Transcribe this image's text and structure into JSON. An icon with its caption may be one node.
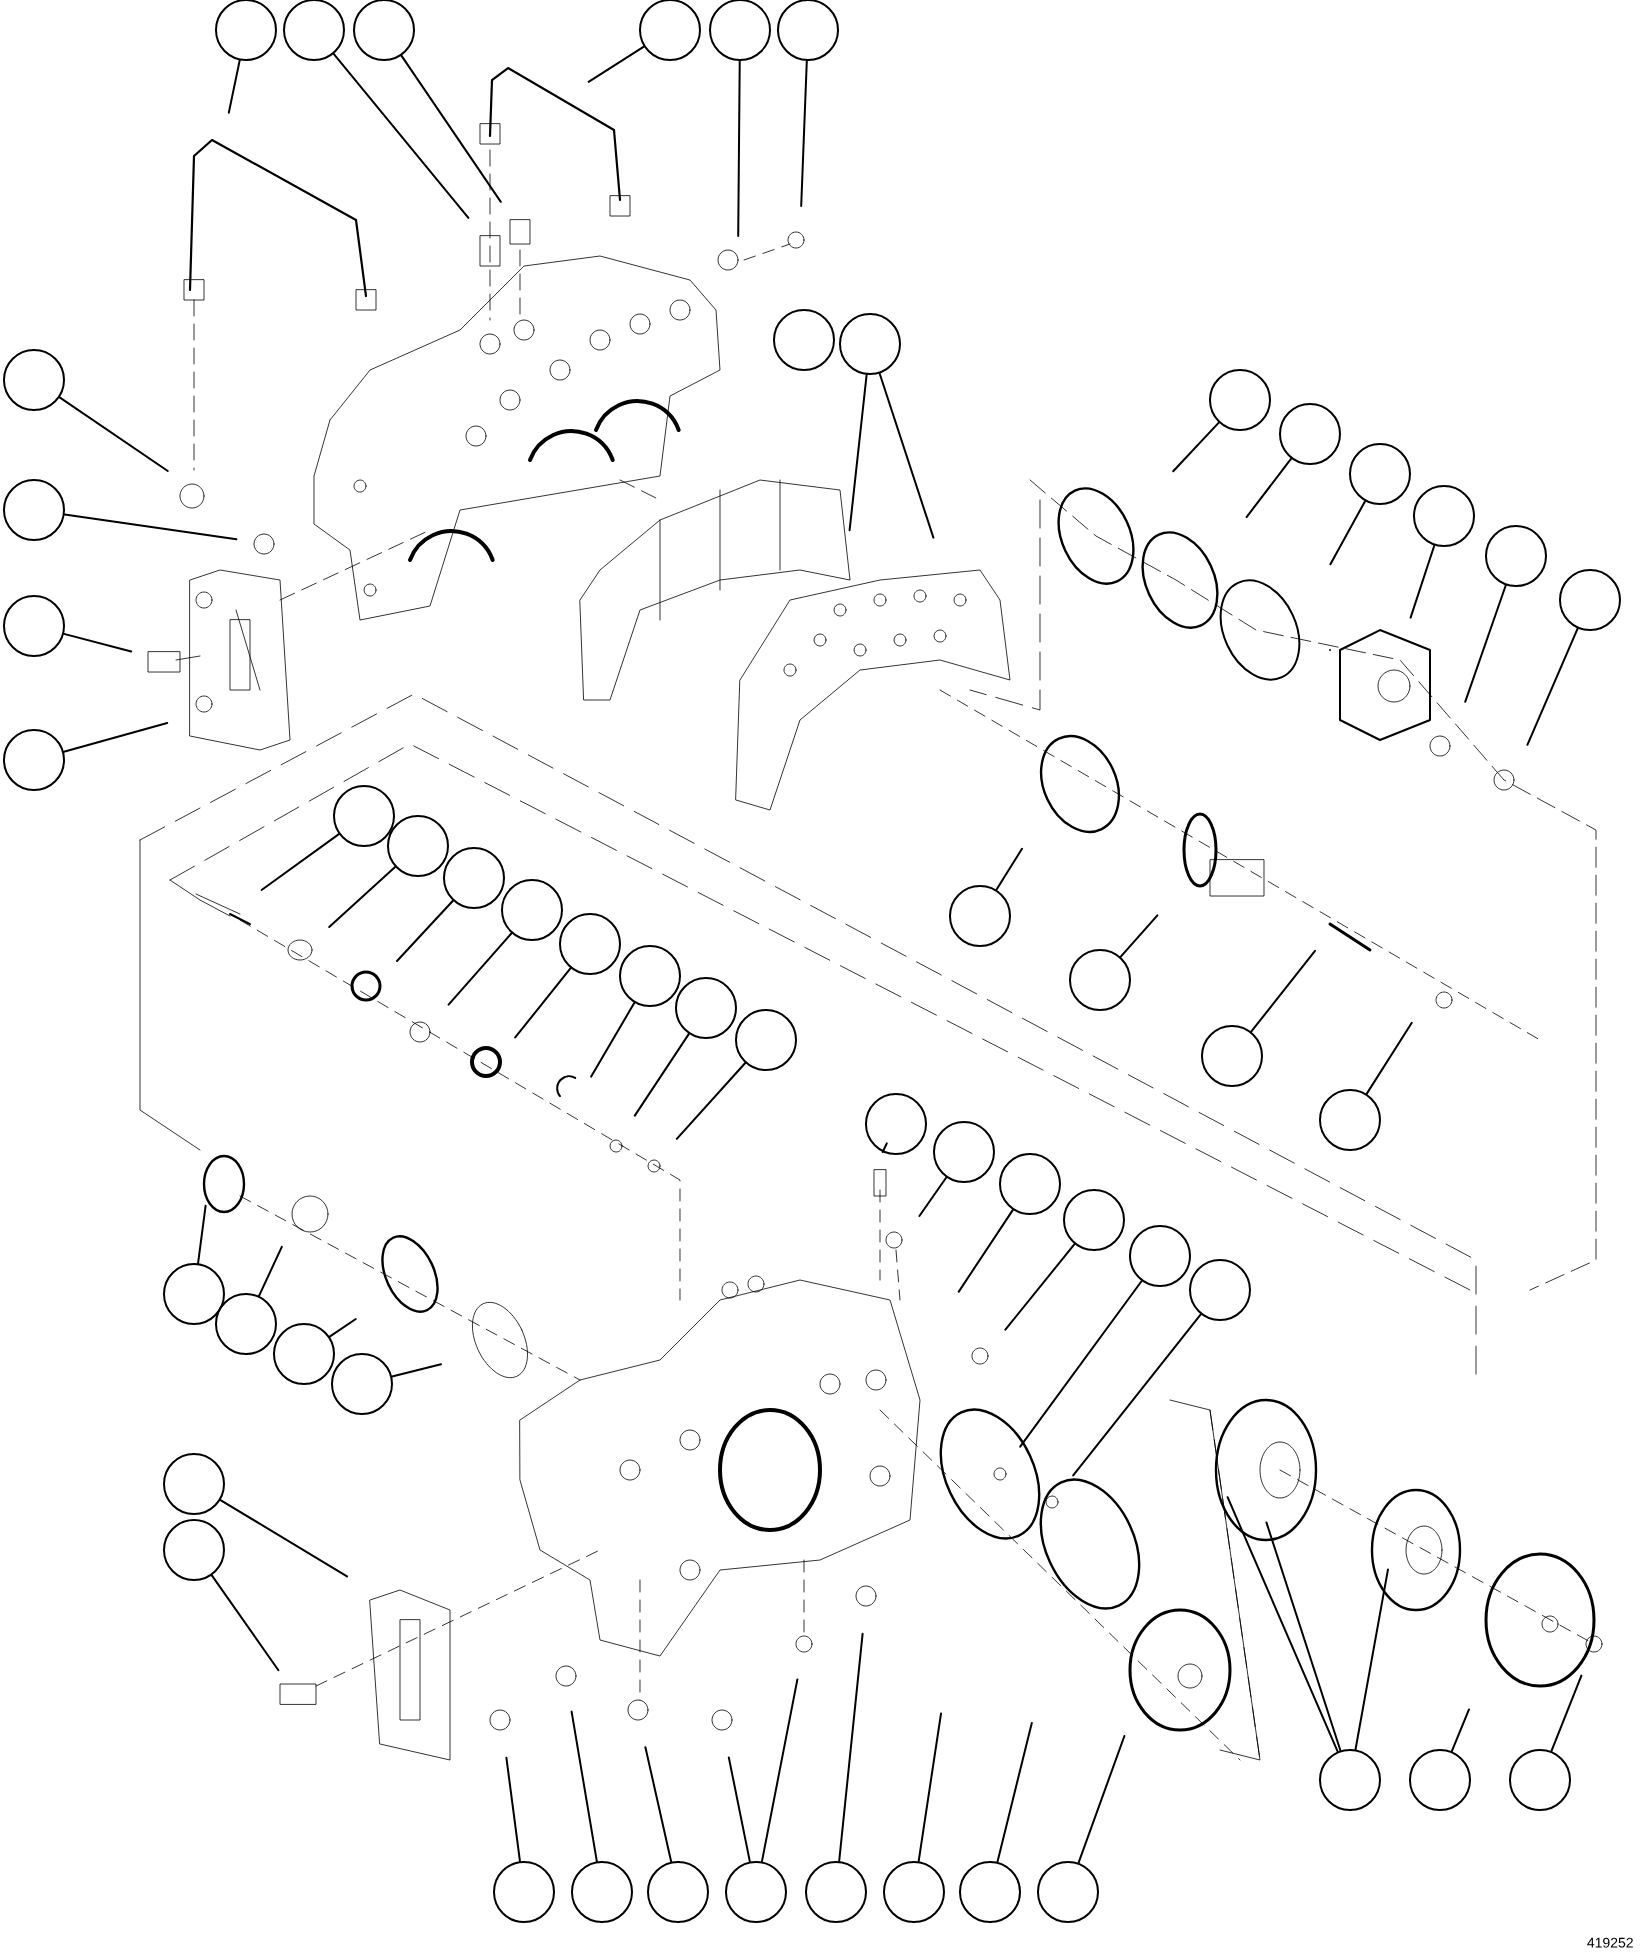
{
  "diagram": {
    "nodes": [
      {
        "text": [],
        "shape": "circle"
      },
      {
        "text": [],
        "shape": "circle"
      },
      {
        "text": [],
        "shape": "circle"
      },
      {
        "text": [],
        "shape": "circle"
      },
      {
        "text": [],
        "shape": "circle"
      },
      {
        "text": [],
        "shape": "circle"
      },
      {
        "text": [],
        "shape": "circle"
      },
      {
        "text": [],
        "shape": "circle"
      },
      {
        "text": [],
        "shape": "circle"
      },
      {
        "text": [],
        "shape": "circle"
      },
      {
        "text": [],
        "shape": "circle"
      },
      {
        "text": [],
        "shape": "circle"
      },
      {
        "text": [],
        "shape": "circle"
      },
      {
        "text": [],
        "shape": "circle"
      },
      {
        "text": [],
        "shape": "circle"
      },
      {
        "text": [],
        "shape": "circle"
      },
      {
        "text": [],
        "shape": "circle"
      },
      {
        "text": [],
        "shape": "circle"
      },
      {
        "text": [],
        "shape": "circle"
      },
      {
        "text": [],
        "shape": "circle"
      },
      {
        "text": [],
        "shape": "circle"
      },
      {
        "text": [],
        "shape": "circle"
      },
      {
        "text": [],
        "shape": "circle"
      },
      {
        "text": [],
        "shape": "circle"
      },
      {
        "text": [],
        "shape": "circle"
      },
      {
        "text": [],
        "shape": "circle"
      },
      {
        "text": [],
        "shape": "circle"
      },
      {
        "text": [],
        "shape": "circle"
      },
      {
        "text": [],
        "shape": "circle"
      },
      {
        "text": [],
        "shape": "circle"
      },
      {
        "text": [],
        "shape": "circle"
      },
      {
        "text": [],
        "shape": "circle"
      },
      {
        "text": [],
        "shape": "circle"
      },
      {
        "text": [],
        "shape": "circle"
      },
      {
        "text": [],
        "shape": "circle"
      },
      {
        "text": [],
        "shape": "circle"
      },
      {
        "text": [],
        "shape": "circle"
      },
      {
        "text": [],
        "shape": "circle"
      },
      {
        "text": [],
        "shape": "circle"
      },
      {
        "text": [],
        "shape": "circle"
      },
      {
        "text": [],
        "shape": "circle"
      },
      {
        "text": [],
        "shape": "circle"
      },
      {
        "text": [],
        "shape": "circle"
      },
      {
        "text": [],
        "shape": "circle"
      },
      {
        "text": [],
        "shape": "circle"
      },
      {
        "text": [],
        "shape": "circle"
      },
      {
        "text": [],
        "shape": "circle"
      },
      {
        "text": [],
        "shape": "circle"
      },
      {
        "text": [],
        "shape": "circle"
      },
      {
        "text": [],
        "shape": "circle"
      },
      {
        "text": [],
        "shape": "circle"
      },
      {
        "text": [],
        "shape": "circle"
      },
      {
        "text": [],
        "shape": "circle"
      }
    ],
    "edges": [
      {
        "from": 0,
        "to": null,
        "arrow": "none"
      },
      {
        "from": 1,
        "to": null,
        "arrow": "none"
      },
      {
        "from": 2,
        "to": null,
        "arrow": "none"
      },
      {
        "from": 3,
        "to": null,
        "arrow": "none"
      },
      {
        "from": 4,
        "to": null,
        "arrow": "none"
      },
      {
        "from": 5,
        "to": null,
        "arrow": "none"
      },
      {
        "from": 6,
        "to": null,
        "arrow": "none"
      },
      {
        "from": 7,
        "to": null,
        "arrow": "none"
      },
      {
        "from": 8,
        "to": null,
        "arrow": "none"
      },
      {
        "from": 9,
        "to": null,
        "arrow": "none"
      },
      {
        "from": 11,
        "to": null,
        "arrow": "none"
      },
      {
        "from": 11,
        "to": null,
        "arrow": "none"
      },
      {
        "from": 12,
        "to": null,
        "arrow": "none"
      },
      {
        "from": 13,
        "to": null,
        "arrow": "none"
      },
      {
        "from": 14,
        "to": null,
        "arrow": "none"
      },
      {
        "from": 15,
        "to": null,
        "arrow": "none"
      },
      {
        "from": 16,
        "to": null,
        "arrow": "none"
      },
      {
        "from": 17,
        "to": null,
        "arrow": "none"
      },
      {
        "from": 18,
        "to": null,
        "arrow": "none"
      },
      {
        "from": 19,
        "to": null,
        "arrow": "none"
      },
      {
        "from": 20,
        "to": null,
        "arrow": "none"
      },
      {
        "from": 21,
        "to": null,
        "arrow": "none"
      },
      {
        "from": 22,
        "to": null,
        "arrow": "none"
      },
      {
        "from": 23,
        "to": null,
        "arrow": "none"
      },
      {
        "from": 24,
        "to": null,
        "arrow": "none"
      },
      {
        "from": 25,
        "to": null,
        "arrow": "none"
      },
      {
        "from": 26,
        "to": null,
        "arrow": "none"
      },
      {
        "from": 27,
        "to": null,
        "arrow": "none"
      },
      {
        "from": 28,
        "to": null,
        "arrow": "none"
      },
      {
        "from": 29,
        "to": null,
        "arrow": "none"
      },
      {
        "from": 30,
        "to": null,
        "arrow": "none"
      },
      {
        "from": 31,
        "to": null,
        "arrow": "none"
      },
      {
        "from": 32,
        "to": null,
        "arrow": "none"
      },
      {
        "from": 33,
        "to": null,
        "arrow": "none"
      },
      {
        "from": 34,
        "to": null,
        "arrow": "none"
      },
      {
        "from": 35,
        "to": null,
        "arrow": "none"
      },
      {
        "from": 36,
        "to": null,
        "arrow": "none"
      },
      {
        "from": 37,
        "to": null,
        "arrow": "none"
      },
      {
        "from": 38,
        "to": null,
        "arrow": "none"
      },
      {
        "from": 39,
        "to": null,
        "arrow": "none"
      },
      {
        "from": 40,
        "to": null,
        "arrow": "none"
      },
      {
        "from": 41,
        "to": null,
        "arrow": "none"
      },
      {
        "from": 42,
        "to": null,
        "arrow": "none"
      },
      {
        "from": 42,
        "to": null,
        "arrow": "none"
      },
      {
        "from": 42,
        "to": null,
        "arrow": "none"
      },
      {
        "from": 43,
        "to": null,
        "arrow": "none"
      },
      {
        "from": 44,
        "to": null,
        "arrow": "none"
      },
      {
        "from": 45,
        "to": null,
        "arrow": "none"
      },
      {
        "from": 46,
        "to": null,
        "arrow": "none"
      },
      {
        "from": 47,
        "to": null,
        "arrow": "none"
      },
      {
        "from": 48,
        "to": null,
        "arrow": "none"
      },
      {
        "from": 48,
        "to": null,
        "arrow": "none"
      },
      {
        "from": 49,
        "to": null,
        "arrow": "none"
      },
      {
        "from": 50,
        "to": null,
        "arrow": "none"
      },
      {
        "from": 51,
        "to": null,
        "arrow": "none"
      },
      {
        "from": 52,
        "to": null,
        "arrow": "none"
      }
    ],
    "labels": [
      "419252"
    ]
  }
}
